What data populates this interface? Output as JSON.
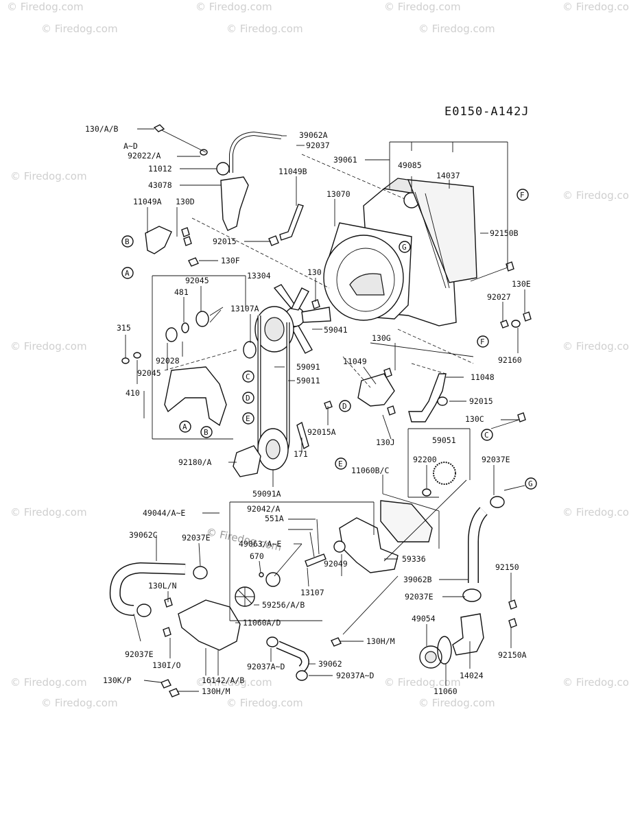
{
  "diagram_code": "E0150-A142J",
  "watermark": "© Firedog.com",
  "labels": {
    "l130ab": "130/A/B",
    "lad": "A~D",
    "l92022": "92022/A",
    "l11012": "11012",
    "l43078": "43078",
    "l39062a": "39062A",
    "l92037": "92037",
    "l39061": "39061",
    "l49085": "49085",
    "l14037": "14037",
    "l11049b": "11049B",
    "l13070": "13070",
    "l11049a": "11049A",
    "l130d": "130D",
    "l92015a1": "92015",
    "l130f": "130F",
    "l92150b": "92150B",
    "l130e": "130E",
    "l92045a": "92045",
    "l13304": "13304",
    "l481": "481",
    "l130": "130",
    "l92027": "92027",
    "l13107a": "13107A",
    "l315": "315",
    "l59041": "59041",
    "l92160": "92160",
    "l130g": "130G",
    "l92028": "92028",
    "l92045b": "92045",
    "l59091": "59091",
    "l11049": "11049",
    "l59011": "59011",
    "l11048": "11048",
    "l410": "410",
    "l92015b": "92015",
    "l130c": "130C",
    "l92015a2": "92015A",
    "l130j": "130J",
    "l59051": "59051",
    "l92200": "92200",
    "l92037e1": "92037E",
    "l171": "171",
    "l92180": "92180/A",
    "l11060bc": "11060B/C",
    "l59091a": "59091A",
    "l92042": "92042/A",
    "l49044": "49044/A~E",
    "l551a": "551A",
    "l39062c": "39062C",
    "l92037e2": "92037E",
    "l49063": "49063/A~E",
    "l670": "670",
    "l92049": "92049",
    "l59336": "59336",
    "l130ln": "130L/N",
    "l39062b": "39062B",
    "l13107": "13107",
    "l92150": "92150",
    "l92037e3": "92037E",
    "l59256": "59256/A/B",
    "l49054": "49054",
    "l11060ad": "11060A/D",
    "l92037e4": "92037E",
    "l130h1": "130H/M",
    "l130io": "130I/O",
    "l92150a": "92150A",
    "l92037ad1": "92037A~D",
    "l39062": "39062",
    "l14024": "14024",
    "l130kp": "130K/P",
    "l16142": "16142/A/B",
    "l92037ad2": "92037A~D",
    "l11060": "11060",
    "l130h2": "130H/M"
  },
  "callouts": {
    "a": "A",
    "b": "B",
    "c": "C",
    "d": "D",
    "e": "E",
    "f": "F",
    "g": "G"
  }
}
